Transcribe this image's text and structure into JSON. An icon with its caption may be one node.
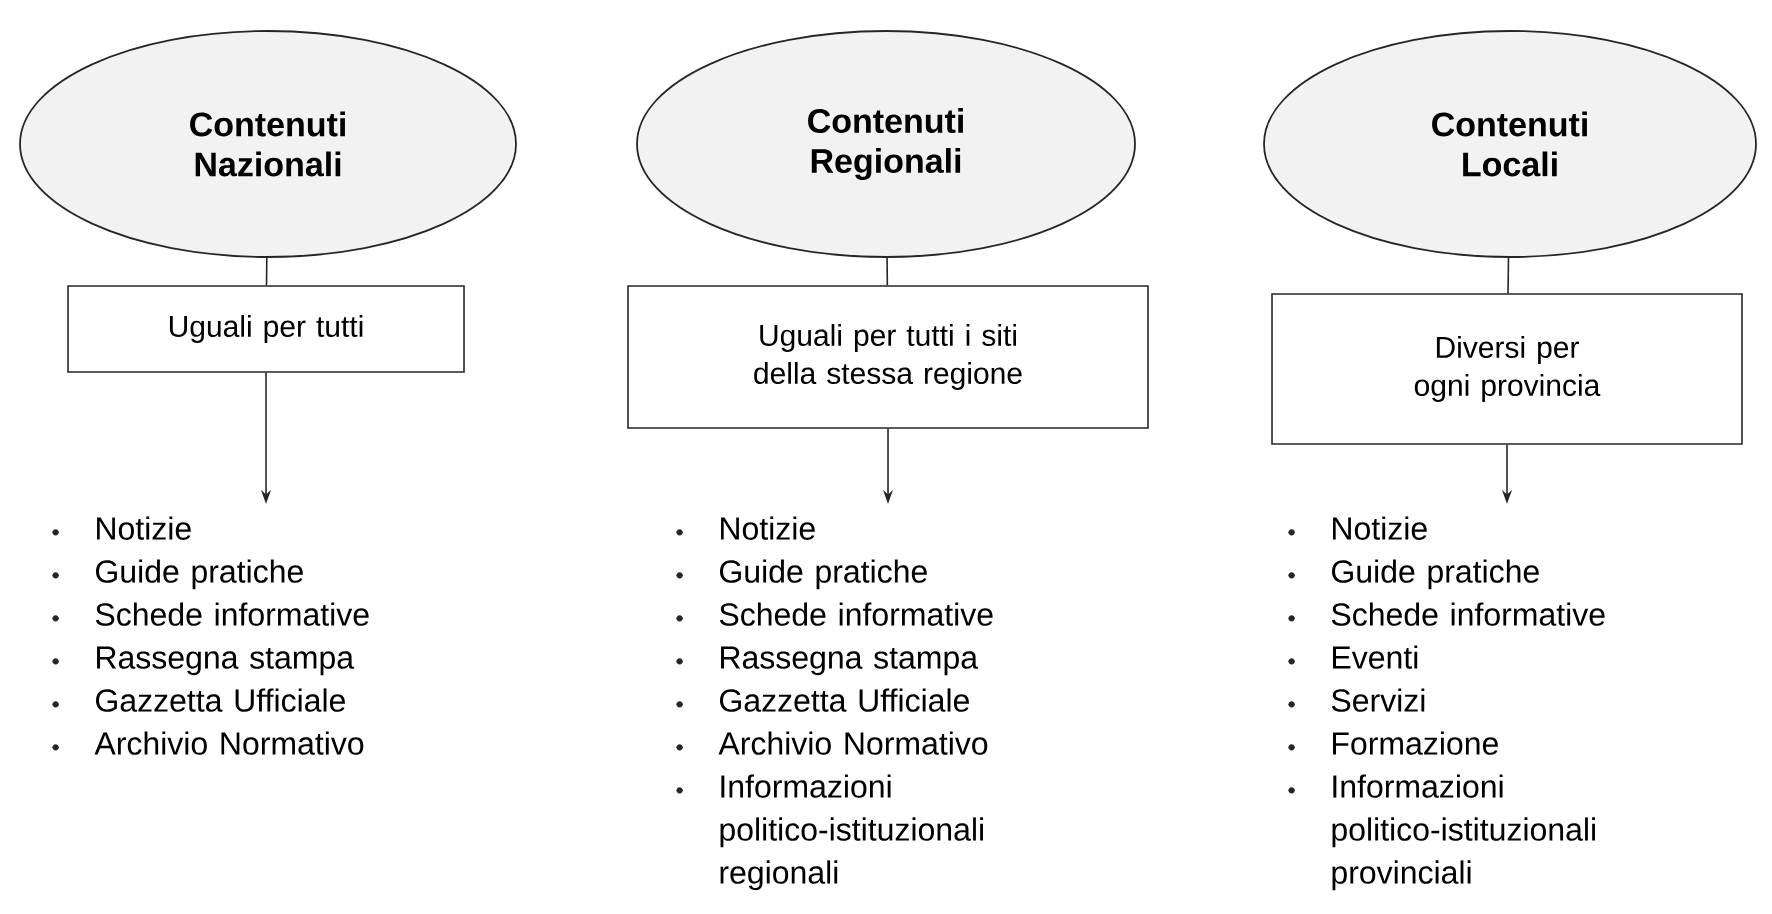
{
  "diagram": {
    "nodes": [
      {
        "text": [
          "Contenuti Nazionali"
        ]
      },
      {
        "text": [
          "Uguali per tutti"
        ]
      },
      {
        "text": [
          "Notizie",
          "Guide pratiche",
          "Schede informative",
          "Rassegna stampa",
          "Gazzetta Ufficiale",
          "Archivio Normativo"
        ]
      },
      {
        "text": [
          "Contenuti Regionali"
        ]
      },
      {
        "text": [
          "Uguali per tutti i siti della stessa regione"
        ]
      },
      {
        "text": [
          "Notizie",
          "Guide pratiche",
          "Schede informative",
          "Rassegna stampa",
          "Gazzetta Ufficiale",
          "Archivio Normativo",
          "Informazioni politico-istituzionali regionali"
        ]
      },
      {
        "text": [
          "Contenuti Locali"
        ]
      },
      {
        "text": [
          "Diversi per ogni provincia"
        ]
      },
      {
        "text": [
          "Notizie",
          "Guide pratiche",
          "Schede informative",
          "Eventi",
          "Servizi",
          "Formazione",
          "Informazioni politico-istituzionali provinciali"
        ]
      }
    ],
    "edges": [
      {
        "from": 0,
        "to": 1,
        "arrow": "none"
      },
      {
        "from": 1,
        "to": 2,
        "arrow": "to"
      },
      {
        "from": 3,
        "to": 4,
        "arrow": "none"
      },
      {
        "from": 4,
        "to": 5,
        "arrow": "to"
      },
      {
        "from": 6,
        "to": 7,
        "arrow": "none"
      },
      {
        "from": 7,
        "to": 8,
        "arrow": "to"
      }
    ]
  }
}
